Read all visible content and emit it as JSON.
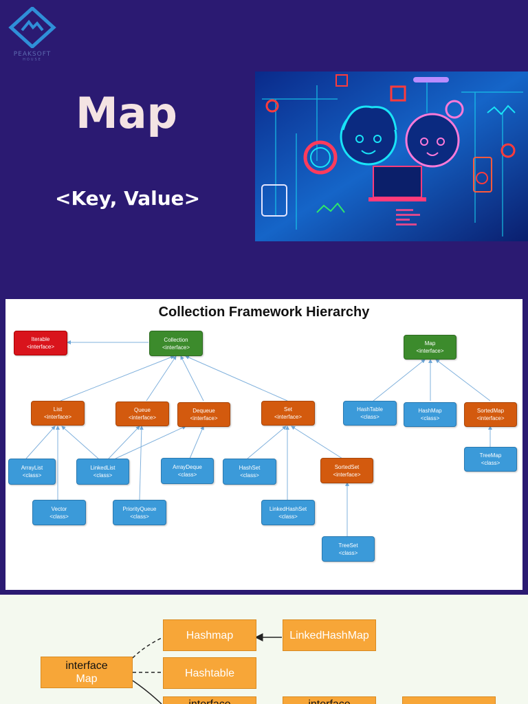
{
  "brand": {
    "name": "PEAKSOFT",
    "sub": "HOUSE"
  },
  "header": {
    "title": "Map",
    "subtitle": "<Key, Value>"
  },
  "hierarchy": {
    "title": "Collection Framework Hierarchy",
    "nodes": {
      "iterable": {
        "name": "Iterable",
        "kind": "<interface>"
      },
      "collection": {
        "name": "Collection",
        "kind": "<interface>"
      },
      "map": {
        "name": "Map",
        "kind": "<interface>"
      },
      "list": {
        "name": "List",
        "kind": "<interface>"
      },
      "queue": {
        "name": "Queue",
        "kind": "<interface>"
      },
      "dequeue": {
        "name": "Dequeue",
        "kind": "<interface>"
      },
      "set": {
        "name": "Set",
        "kind": "<interface>"
      },
      "hashtable": {
        "name": "HashTable",
        "kind": "<class>"
      },
      "hashmap": {
        "name": "HashMap",
        "kind": "<class>"
      },
      "sortedmap": {
        "name": "SortedMap",
        "kind": "<interface>"
      },
      "arraylist": {
        "name": "ArrayList",
        "kind": "<class>"
      },
      "linkedlist": {
        "name": "LinkedList",
        "kind": "<class>"
      },
      "arraydeque": {
        "name": "ArrayDeque",
        "kind": "<class>"
      },
      "hashset": {
        "name": "HashSet",
        "kind": "<class>"
      },
      "sortedset": {
        "name": "SortedSet",
        "kind": "<interface>"
      },
      "treemap": {
        "name": "TreeMap",
        "kind": "<class>"
      },
      "vector": {
        "name": "Vector",
        "kind": "<class>"
      },
      "priorityqueue": {
        "name": "PriorityQueue",
        "kind": "<class>"
      },
      "linkedhashset": {
        "name": "LinkedHashSet",
        "kind": "<class>"
      },
      "treeset": {
        "name": "TreeSet",
        "kind": "<class>"
      }
    },
    "colors": {
      "interface_root": "#d9141c",
      "collection": "#3c8b2c",
      "interface": "#d35a0e",
      "class": "#3b9ad9"
    }
  },
  "map_diagram": {
    "interface_map": {
      "line1": "interface",
      "line2": "Map"
    },
    "hashmap": "Hashmap",
    "linkedhashmap": "LinkedHashMap",
    "hashtable": "Hashtable",
    "sorted_left": "interface",
    "sorted_right": "interface",
    "color": "#f7a638"
  }
}
